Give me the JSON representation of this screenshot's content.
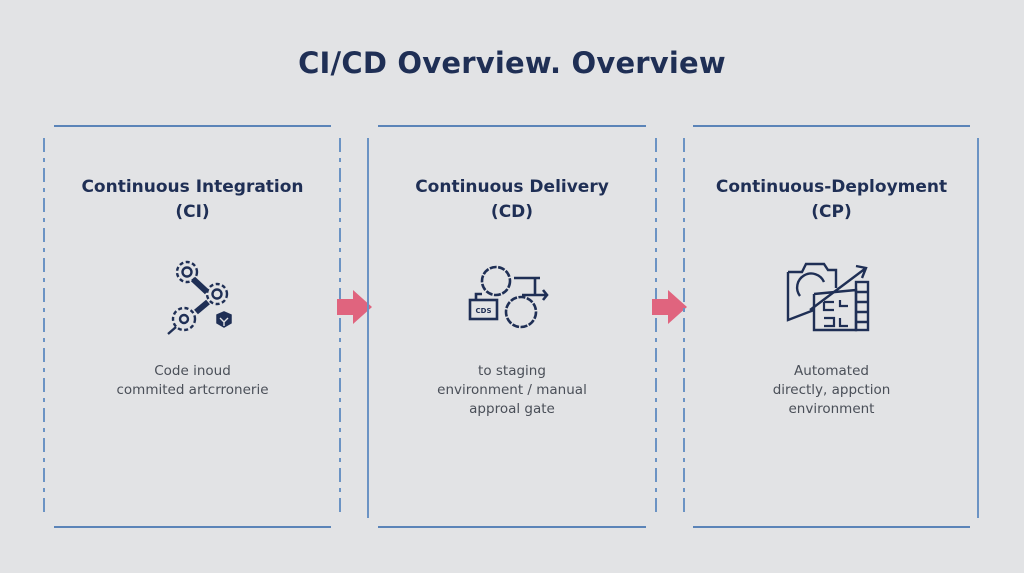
{
  "title": "CI/CD Overview. Overview",
  "colors": {
    "background": "#e2e3e5",
    "title_text": "#1f2f55",
    "border_blue": "#5b84b8",
    "arrow_pink": "#e0647e",
    "icon_navy": "#1f2f55",
    "desc_text": "#4a4f58"
  },
  "stages": [
    {
      "title_line1": "Continuous Integration",
      "title_line2": "(CI)",
      "icon": "gears-pipeline-icon",
      "desc_line1": "Code inoud",
      "desc_line2": "commited artcrronerie",
      "desc_line3": ""
    },
    {
      "title_line1": "Continuous Delivery",
      "title_line2": "(CD)",
      "icon": "delivery-cycle-icon",
      "icon_label": "CDS",
      "desc_line1": "to staging",
      "desc_line2": "environment / manual",
      "desc_line3": "approal gate"
    },
    {
      "title_line1": "Continuous-Deployment",
      "title_line2": "(CP)",
      "icon": "deployment-camera-chart-icon",
      "desc_line1": "Automated",
      "desc_line2": "directly, appction",
      "desc_line3": "environment"
    }
  ],
  "connectors": [
    {
      "from": "Continuous Integration",
      "to": "Continuous Delivery",
      "icon": "arrow-right-icon"
    },
    {
      "from": "Continuous Delivery",
      "to": "Continuous-Deployment",
      "icon": "arrow-right-icon"
    }
  ]
}
